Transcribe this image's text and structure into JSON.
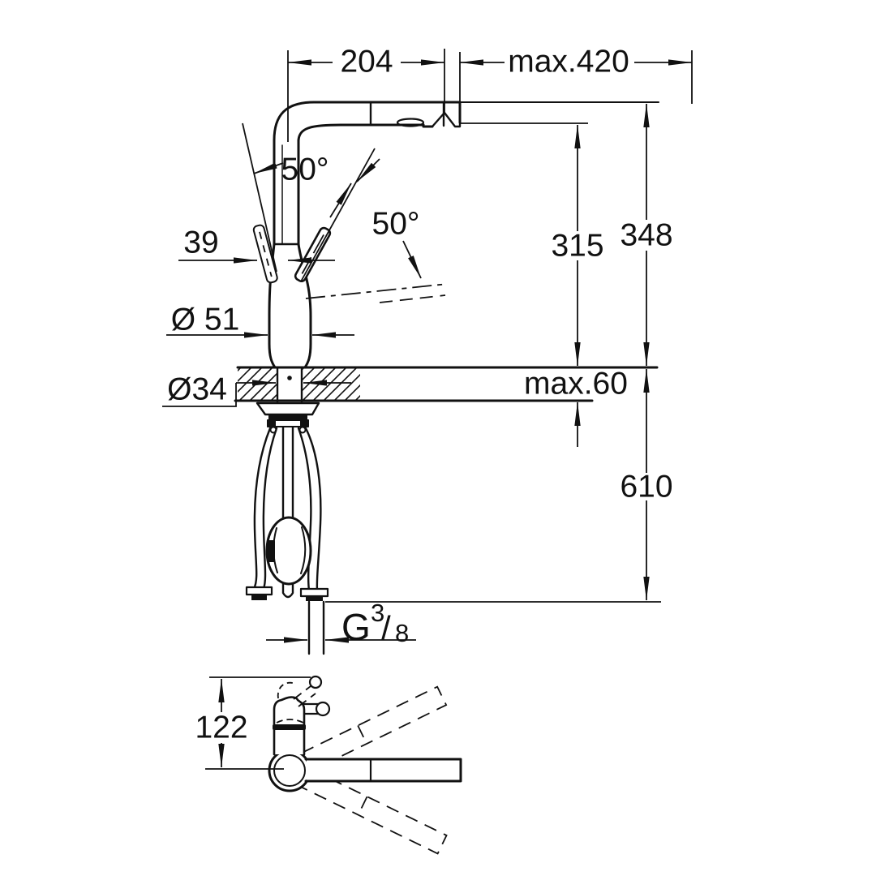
{
  "page": {
    "background": "#ffffff",
    "line_color": "#111111",
    "description": "Technical installation dimension drawing of a single-lever pull-out kitchen faucet, side view and plan view"
  },
  "side_view": {
    "spout_reach": "204",
    "max_pullout": "max.420",
    "angle_left": "50°",
    "angle_right": "50°",
    "lever_width": "39",
    "body_diameter": "Ø 51",
    "height_underside": "315",
    "height_top": "348",
    "deck_thickness": "max.60",
    "hole_diameter": "Ø34",
    "under_counter_depth": "610",
    "thread": {
      "prefix": "G",
      "numerator": "3",
      "slash": "/",
      "denominator": "8"
    }
  },
  "plan_view": {
    "body_depth": "122"
  }
}
